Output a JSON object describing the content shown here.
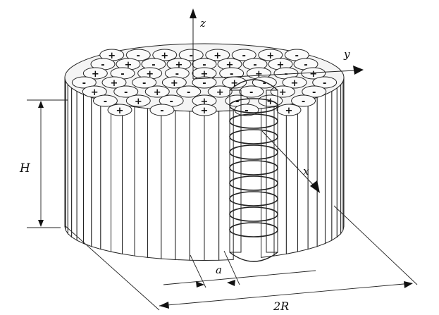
{
  "labels": {
    "z_axis": "z",
    "y_axis": "y",
    "x_axis": "x",
    "height": "H",
    "gap": "a",
    "diameter": "2R"
  },
  "rod_signs": [
    "+",
    "-",
    "+",
    "-",
    "+",
    "-",
    "+",
    "-",
    "-",
    "+",
    "-",
    "+",
    "-",
    "+",
    "-",
    "+",
    "-",
    "+",
    "-",
    "+",
    "-",
    "+",
    "-",
    "+",
    "-",
    "+",
    "-",
    "+",
    "-",
    "+",
    "-",
    "+",
    "-",
    "+",
    "-",
    "+",
    "-",
    "+",
    "-",
    "+",
    "-",
    "+",
    "-",
    "-",
    "+",
    "-",
    "+",
    "-",
    "+",
    "-",
    "+",
    "-",
    "+",
    "-",
    "+"
  ],
  "colors": {
    "line": "#222222",
    "fill": "#fafafa",
    "background": "#ffffff"
  },
  "icon_names": [
    "arrow-up-icon",
    "arrow-right-icon",
    "arrow-down-right-icon"
  ]
}
